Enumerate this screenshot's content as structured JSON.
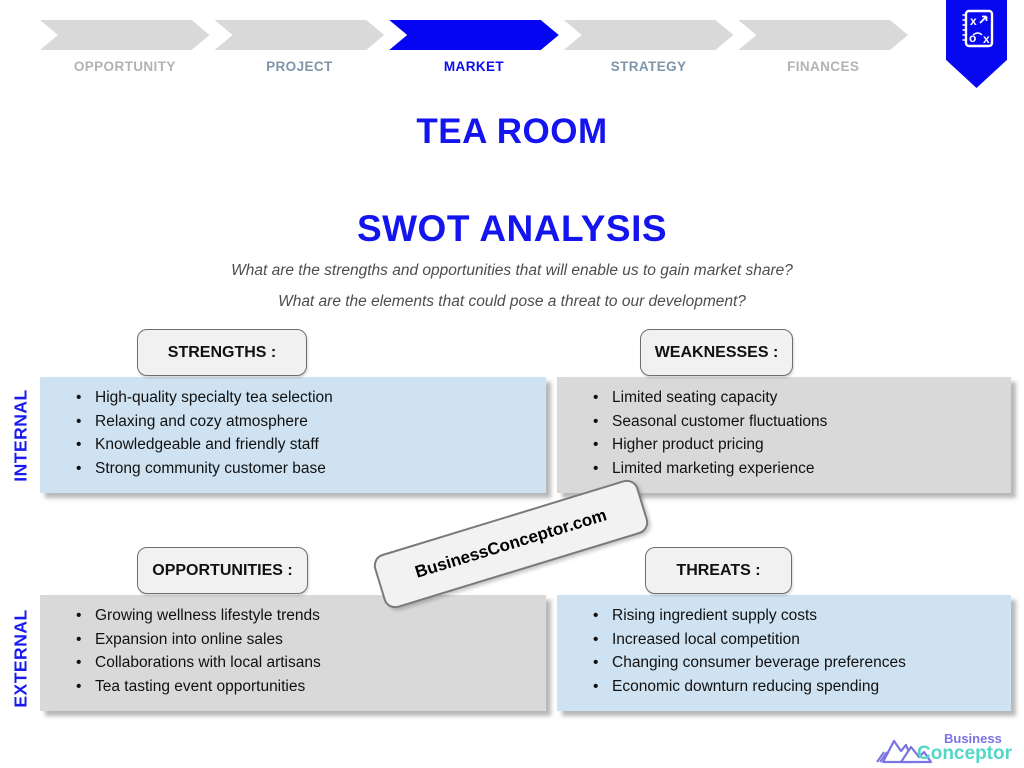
{
  "nav": {
    "steps": [
      {
        "label": "OPPORTUNITY",
        "state": "inactive"
      },
      {
        "label": "PROJECT",
        "state": "upcoming"
      },
      {
        "label": "MARKET",
        "state": "active"
      },
      {
        "label": "STRATEGY",
        "state": "upcoming"
      },
      {
        "label": "FINANCES",
        "state": "inactive"
      }
    ]
  },
  "header": {
    "title": "TEA ROOM",
    "subtitle": "SWOT ANALYSIS",
    "question1": "What are the strengths and opportunities that will enable us to gain market share?",
    "question2": "What are the elements that could pose a threat to our development?"
  },
  "axis": {
    "internal": "INTERNAL",
    "external": "EXTERNAL"
  },
  "quadrants": {
    "strengths": {
      "header": "STRENGTHS :",
      "items": [
        "High-quality specialty tea selection",
        "Relaxing and cozy atmosphere",
        "Knowledgeable and friendly staff",
        "Strong community customer base"
      ]
    },
    "weaknesses": {
      "header": "WEAKNESSES :",
      "items": [
        "Limited seating capacity",
        "Seasonal customer fluctuations",
        "Higher product pricing",
        "Limited marketing experience"
      ]
    },
    "opportunities": {
      "header": "OPPORTUNITIES :",
      "items": [
        "Growing wellness lifestyle trends",
        "Expansion into online sales",
        "Collaborations with local artisans",
        "Tea tasting event opportunities"
      ]
    },
    "threats": {
      "header": "THREATS :",
      "items": [
        "Rising ingredient supply costs",
        "Increased local competition",
        "Changing consumer beverage preferences",
        "Economic downturn reducing spending"
      ]
    }
  },
  "watermark": {
    "text": "BusinessConceptor.com"
  },
  "logo": {
    "line1": "Business",
    "line2": "Conceptor"
  },
  "colors": {
    "accent_blue": "#1414ee",
    "chevron_blue": "#0505f2",
    "chevron_gray": "#d9d9d9",
    "step_inactive_text": "#b3b3b3",
    "step_upcoming_text": "#7f95aa",
    "panel_blue": "#cfe2f2",
    "panel_gray": "#d9d9d9",
    "logo_purple": "#7b74e3",
    "logo_teal": "#52d7c7"
  }
}
